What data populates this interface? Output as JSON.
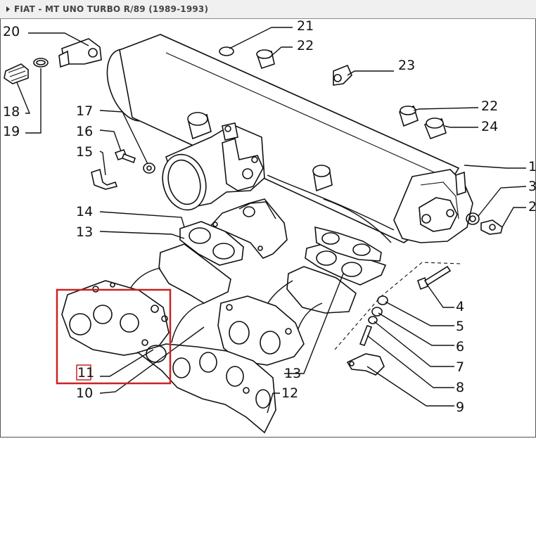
{
  "header": {
    "title": "FIAT - MT UNO TURBO R/89 (1989-1993)"
  },
  "diagram": {
    "labels": {
      "p1": "1",
      "p2": "2",
      "p3": "3",
      "p4": "4",
      "p5": "5",
      "p6": "6",
      "p7": "7",
      "p8": "8",
      "p9": "9",
      "p10": "10",
      "p11": "11",
      "p12": "12",
      "p13a": "13",
      "p13b": "13",
      "p14": "14",
      "p15": "15",
      "p16": "16",
      "p17": "17",
      "p18": "18",
      "p19": "19",
      "p20": "20",
      "p21": "21",
      "p22a": "22",
      "p22b": "22",
      "p23": "23",
      "p24": "24"
    },
    "highlight": {
      "part": "11",
      "color": "#cc2222"
    }
  }
}
